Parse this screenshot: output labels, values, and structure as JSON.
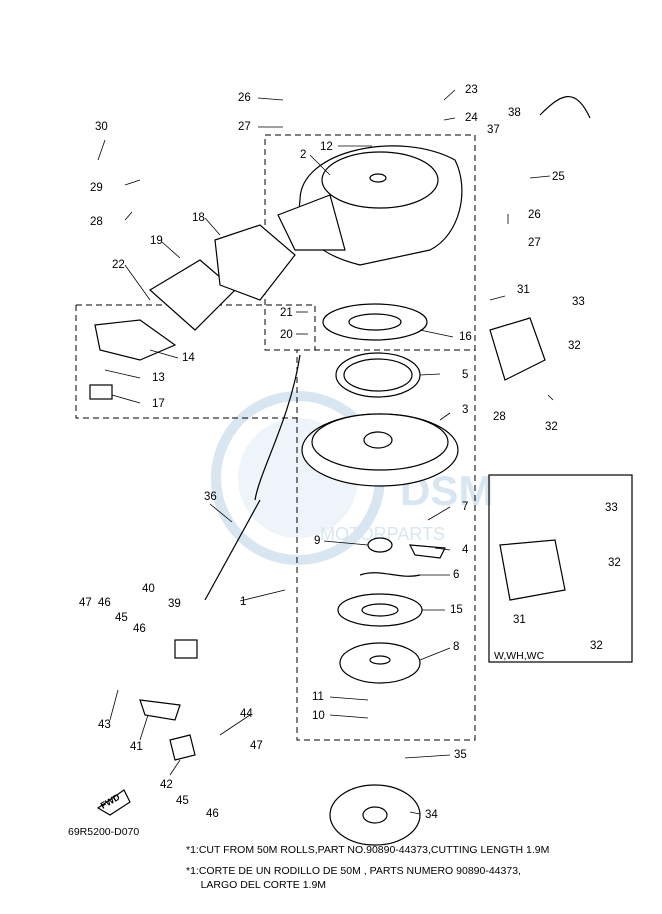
{
  "diagram": {
    "drawing_code": "69R5200-D070",
    "inset_label": "W,WH,WC",
    "watermark": "MOTORPARTS",
    "fwd_label": "FWD",
    "notes": [
      "*1:CUT FROM 50M ROLLS,PART NO.90890-44373,CUTTING LENGTH 1.9M",
      "*1:CORTE DE UN RODILLO DE 50M , PARTS NUMERO 90890-44373,",
      "     LARGO DEL CORTE 1.9M"
    ],
    "callouts": [
      "1",
      "2",
      "3",
      "4",
      "5",
      "6",
      "7",
      "8",
      "9",
      "10",
      "11",
      "12",
      "13",
      "14",
      "15",
      "16",
      "17",
      "18",
      "19",
      "20",
      "21",
      "22",
      "23",
      "24",
      "25",
      "26",
      "27",
      "28",
      "29",
      "30",
      "31",
      "32",
      "33",
      "34",
      "35",
      "36",
      "37",
      "38",
      "39",
      "40",
      "41",
      "42",
      "43",
      "44",
      "45",
      "46",
      "47"
    ],
    "accent_color": "#8fb8d8",
    "line_color": "#000000"
  }
}
